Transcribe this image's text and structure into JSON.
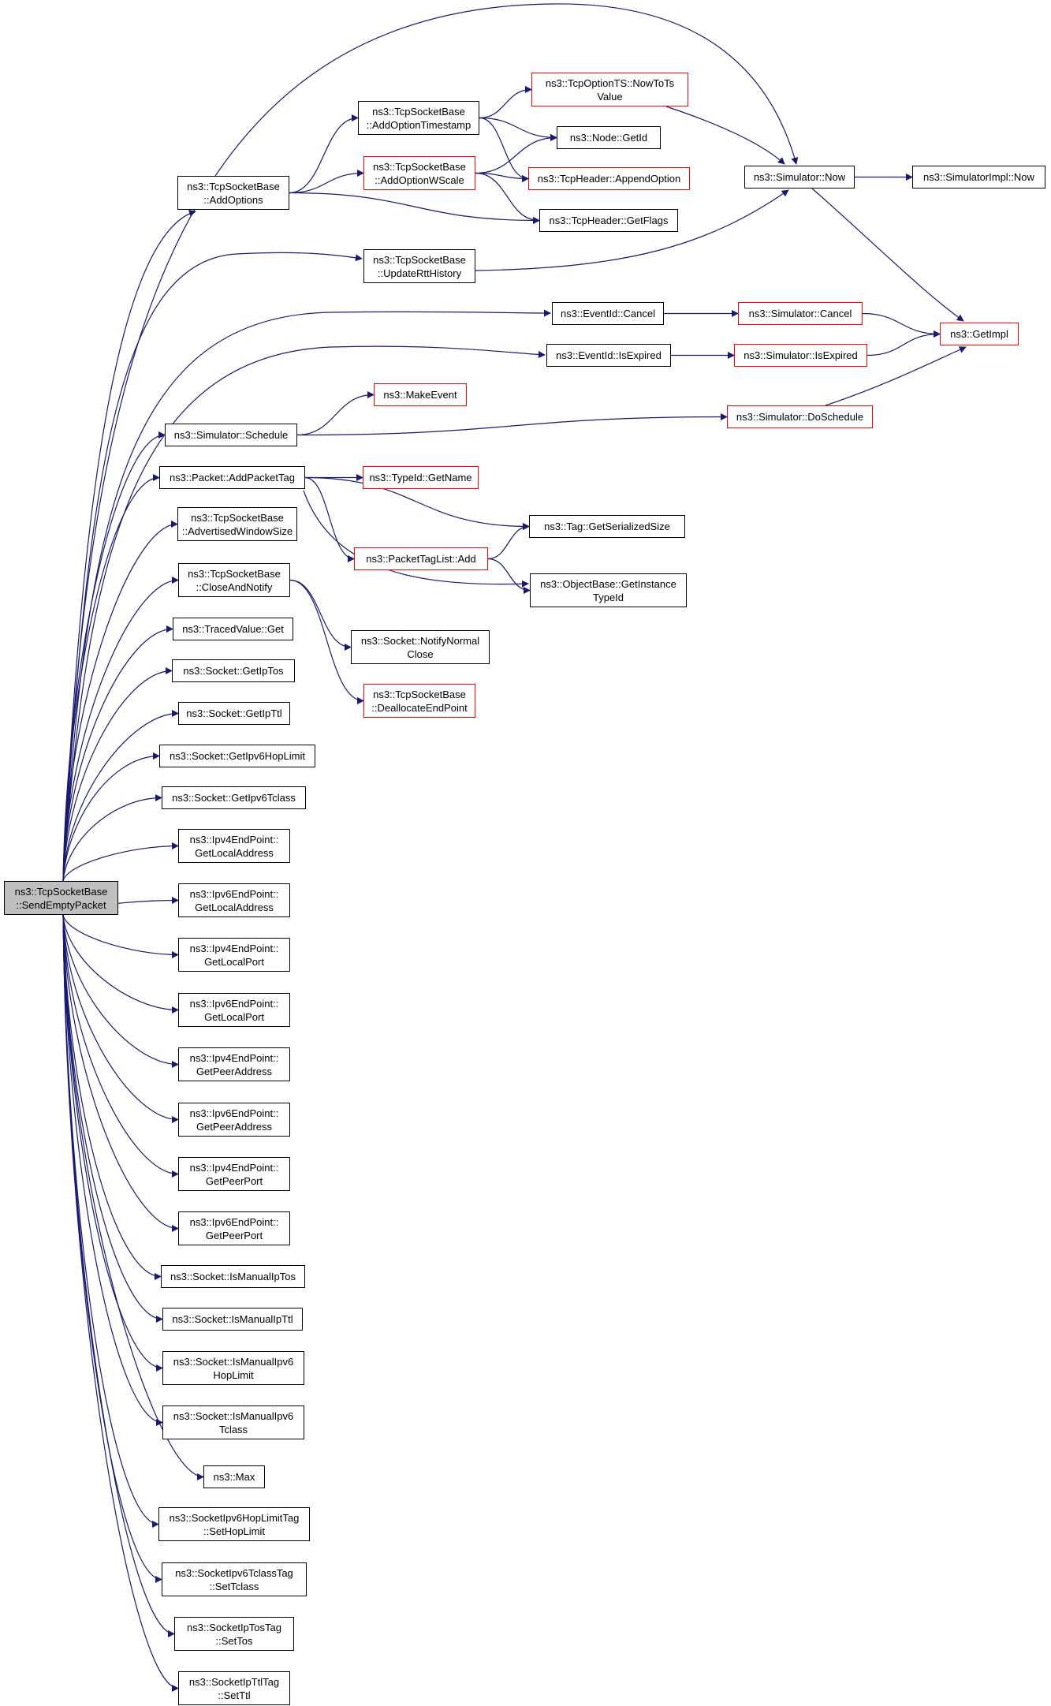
{
  "colors": {
    "edge": "#191970",
    "node_border": "#000000",
    "external_border": "#ff0000",
    "root_fill": "#bfbfbf",
    "background": "#ffffff"
  },
  "nodes": [
    {
      "id": "root",
      "lines": [
        "ns3::TcpSocketBase",
        "::SendEmptyPacket"
      ],
      "style": "root"
    },
    {
      "id": "addOptions",
      "lines": [
        "ns3::TcpSocketBase",
        "::AddOptions"
      ],
      "style": "normal"
    },
    {
      "id": "addOptTs",
      "lines": [
        "ns3::TcpSocketBase",
        "::AddOptionTimestamp"
      ],
      "style": "normal"
    },
    {
      "id": "addOptWs",
      "lines": [
        "ns3::TcpSocketBase",
        "::AddOptionWScale"
      ],
      "style": "red"
    },
    {
      "id": "nowToTs",
      "lines": [
        "ns3::TcpOptionTS::NowToTs",
        "Value"
      ],
      "style": "red"
    },
    {
      "id": "nodeGetId",
      "lines": [
        "ns3::Node::GetId"
      ],
      "style": "normal"
    },
    {
      "id": "appendOpt",
      "lines": [
        "ns3::TcpHeader::AppendOption"
      ],
      "style": "red"
    },
    {
      "id": "getFlags",
      "lines": [
        "ns3::TcpHeader::GetFlags"
      ],
      "style": "normal"
    },
    {
      "id": "simNow",
      "lines": [
        "ns3::Simulator::Now"
      ],
      "style": "normal"
    },
    {
      "id": "simImplNow",
      "lines": [
        "ns3::SimulatorImpl::Now"
      ],
      "style": "normal"
    },
    {
      "id": "updateRtt",
      "lines": [
        "ns3::TcpSocketBase",
        "::UpdateRttHistory"
      ],
      "style": "normal"
    },
    {
      "id": "evCancel",
      "lines": [
        "ns3::EventId::Cancel"
      ],
      "style": "normal"
    },
    {
      "id": "simCancel",
      "lines": [
        "ns3::Simulator::Cancel"
      ],
      "style": "red"
    },
    {
      "id": "getImpl",
      "lines": [
        "ns3::GetImpl"
      ],
      "style": "red"
    },
    {
      "id": "evIsExpired",
      "lines": [
        "ns3::EventId::IsExpired"
      ],
      "style": "normal"
    },
    {
      "id": "simIsExpired",
      "lines": [
        "ns3::Simulator::IsExpired"
      ],
      "style": "red"
    },
    {
      "id": "makeEvent",
      "lines": [
        "ns3::MakeEvent"
      ],
      "style": "red"
    },
    {
      "id": "schedule",
      "lines": [
        "ns3::Simulator::Schedule"
      ],
      "style": "normal"
    },
    {
      "id": "doSchedule",
      "lines": [
        "ns3::Simulator::DoSchedule"
      ],
      "style": "red"
    },
    {
      "id": "addPacketTag",
      "lines": [
        "ns3::Packet::AddPacketTag"
      ],
      "style": "normal"
    },
    {
      "id": "typeGetName",
      "lines": [
        "ns3::TypeId::GetName"
      ],
      "style": "red"
    },
    {
      "id": "tagSerSize",
      "lines": [
        "ns3::Tag::GetSerializedSize"
      ],
      "style": "normal"
    },
    {
      "id": "ptlAdd",
      "lines": [
        "ns3::PacketTagList::Add"
      ],
      "style": "red"
    },
    {
      "id": "getInstTid",
      "lines": [
        "ns3::ObjectBase::GetInstance",
        "TypeId"
      ],
      "style": "normal"
    },
    {
      "id": "advWin",
      "lines": [
        "ns3::TcpSocketBase",
        "::AdvertisedWindowSize"
      ],
      "style": "normal"
    },
    {
      "id": "closeNotify",
      "lines": [
        "ns3::TcpSocketBase",
        "::CloseAndNotify"
      ],
      "style": "normal"
    },
    {
      "id": "notifyClose",
      "lines": [
        "ns3::Socket::NotifyNormal",
        "Close"
      ],
      "style": "normal"
    },
    {
      "id": "deallocEp",
      "lines": [
        "ns3::TcpSocketBase",
        "::DeallocateEndPoint"
      ],
      "style": "red"
    },
    {
      "id": "tracedGet",
      "lines": [
        "ns3::TracedValue::Get"
      ],
      "style": "normal"
    },
    {
      "id": "getIpTos",
      "lines": [
        "ns3::Socket::GetIpTos"
      ],
      "style": "normal"
    },
    {
      "id": "getIpTtl",
      "lines": [
        "ns3::Socket::GetIpTtl"
      ],
      "style": "normal"
    },
    {
      "id": "getHopLimit",
      "lines": [
        "ns3::Socket::GetIpv6HopLimit"
      ],
      "style": "normal"
    },
    {
      "id": "getTclass",
      "lines": [
        "ns3::Socket::GetIpv6Tclass"
      ],
      "style": "normal"
    },
    {
      "id": "ip4LocalAddr",
      "lines": [
        "ns3::Ipv4EndPoint::",
        "GetLocalAddress"
      ],
      "style": "normal"
    },
    {
      "id": "ip6LocalAddr",
      "lines": [
        "ns3::Ipv6EndPoint::",
        "GetLocalAddress"
      ],
      "style": "normal"
    },
    {
      "id": "ip4LocalPort",
      "lines": [
        "ns3::Ipv4EndPoint::",
        "GetLocalPort"
      ],
      "style": "normal"
    },
    {
      "id": "ip6LocalPort",
      "lines": [
        "ns3::Ipv6EndPoint::",
        "GetLocalPort"
      ],
      "style": "normal"
    },
    {
      "id": "ip4PeerAddr",
      "lines": [
        "ns3::Ipv4EndPoint::",
        "GetPeerAddress"
      ],
      "style": "normal"
    },
    {
      "id": "ip6PeerAddr",
      "lines": [
        "ns3::Ipv6EndPoint::",
        "GetPeerAddress"
      ],
      "style": "normal"
    },
    {
      "id": "ip4PeerPort",
      "lines": [
        "ns3::Ipv4EndPoint::",
        "GetPeerPort"
      ],
      "style": "normal"
    },
    {
      "id": "ip6PeerPort",
      "lines": [
        "ns3::Ipv6EndPoint::",
        "GetPeerPort"
      ],
      "style": "normal"
    },
    {
      "id": "isManTos",
      "lines": [
        "ns3::Socket::IsManualIpTos"
      ],
      "style": "normal"
    },
    {
      "id": "isManTtl",
      "lines": [
        "ns3::Socket::IsManualIpTtl"
      ],
      "style": "normal"
    },
    {
      "id": "isManHop",
      "lines": [
        "ns3::Socket::IsManualIpv6",
        "HopLimit"
      ],
      "style": "normal"
    },
    {
      "id": "isManTclass",
      "lines": [
        "ns3::Socket::IsManualIpv6",
        "Tclass"
      ],
      "style": "normal"
    },
    {
      "id": "max",
      "lines": [
        "ns3::Max"
      ],
      "style": "normal"
    },
    {
      "id": "setHopLimit",
      "lines": [
        "ns3::SocketIpv6HopLimitTag",
        "::SetHopLimit"
      ],
      "style": "normal"
    },
    {
      "id": "setTclass",
      "lines": [
        "ns3::SocketIpv6TclassTag",
        "::SetTclass"
      ],
      "style": "normal"
    },
    {
      "id": "setTos",
      "lines": [
        "ns3::SocketIpTosTag",
        "::SetTos"
      ],
      "style": "normal"
    },
    {
      "id": "setTtl",
      "lines": [
        "ns3::SocketIpTtlTag",
        "::SetTtl"
      ],
      "style": "normal"
    }
  ],
  "edges": [
    [
      "root",
      "addOptions"
    ],
    [
      "root",
      "simNow"
    ],
    [
      "root",
      "updateRtt"
    ],
    [
      "root",
      "evCancel"
    ],
    [
      "root",
      "evIsExpired"
    ],
    [
      "root",
      "schedule"
    ],
    [
      "root",
      "addPacketTag"
    ],
    [
      "root",
      "advWin"
    ],
    [
      "root",
      "closeNotify"
    ],
    [
      "root",
      "tracedGet"
    ],
    [
      "root",
      "getIpTos"
    ],
    [
      "root",
      "getIpTtl"
    ],
    [
      "root",
      "getHopLimit"
    ],
    [
      "root",
      "getTclass"
    ],
    [
      "root",
      "ip4LocalAddr"
    ],
    [
      "root",
      "ip6LocalAddr"
    ],
    [
      "root",
      "ip4LocalPort"
    ],
    [
      "root",
      "ip6LocalPort"
    ],
    [
      "root",
      "ip4PeerAddr"
    ],
    [
      "root",
      "ip6PeerAddr"
    ],
    [
      "root",
      "ip4PeerPort"
    ],
    [
      "root",
      "ip6PeerPort"
    ],
    [
      "root",
      "isManTos"
    ],
    [
      "root",
      "isManTtl"
    ],
    [
      "root",
      "isManHop"
    ],
    [
      "root",
      "isManTclass"
    ],
    [
      "root",
      "max"
    ],
    [
      "root",
      "setHopLimit"
    ],
    [
      "root",
      "setTclass"
    ],
    [
      "root",
      "setTos"
    ],
    [
      "root",
      "setTtl"
    ],
    [
      "addOptions",
      "addOptTs"
    ],
    [
      "addOptions",
      "addOptWs"
    ],
    [
      "addOptions",
      "getFlags"
    ],
    [
      "addOptTs",
      "nowToTs"
    ],
    [
      "addOptTs",
      "nodeGetId"
    ],
    [
      "addOptTs",
      "appendOpt"
    ],
    [
      "addOptWs",
      "nodeGetId"
    ],
    [
      "addOptWs",
      "appendOpt"
    ],
    [
      "addOptWs",
      "getFlags"
    ],
    [
      "nowToTs",
      "simNow"
    ],
    [
      "updateRtt",
      "simNow"
    ],
    [
      "simNow",
      "simImplNow"
    ],
    [
      "simNow",
      "getImpl"
    ],
    [
      "evCancel",
      "simCancel"
    ],
    [
      "simCancel",
      "getImpl"
    ],
    [
      "evIsExpired",
      "simIsExpired"
    ],
    [
      "simIsExpired",
      "getImpl"
    ],
    [
      "schedule",
      "makeEvent"
    ],
    [
      "schedule",
      "doSchedule"
    ],
    [
      "doSchedule",
      "getImpl"
    ],
    [
      "addPacketTag",
      "typeGetName"
    ],
    [
      "addPacketTag",
      "tagSerSize"
    ],
    [
      "addPacketTag",
      "ptlAdd"
    ],
    [
      "addPacketTag",
      "getInstTid"
    ],
    [
      "ptlAdd",
      "tagSerSize"
    ],
    [
      "ptlAdd",
      "getInstTid"
    ],
    [
      "closeNotify",
      "notifyClose"
    ],
    [
      "closeNotify",
      "deallocEp"
    ]
  ]
}
